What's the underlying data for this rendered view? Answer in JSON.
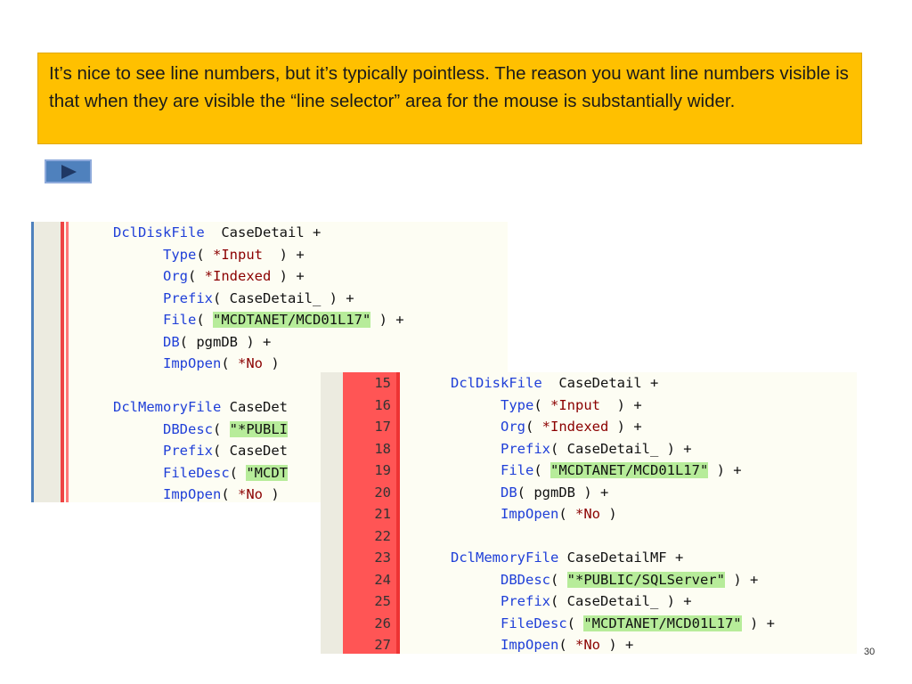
{
  "note": {
    "text": "It’s nice to see line numbers, but it’s typically pointless. The reason you want line numbers visible is that when they are visible the “line selector” area for the mouse is substantially wider."
  },
  "play_button": {
    "icon": "play-icon",
    "color": "#4f81bd"
  },
  "page_number": "30",
  "colors": {
    "note_bg": "#ffc000",
    "keyword": "#1f3fd8",
    "value": "#8b0000",
    "literal_bg": "#b7ec9a",
    "line_number_gutter": "#ff5555"
  },
  "code_back": {
    "lines": [
      [
        {
          "t": "DclDiskFile",
          "c": "kw"
        },
        {
          "t": "  ",
          "c": "p"
        },
        {
          "t": "CaseDetail",
          "c": "id"
        },
        {
          "t": " +",
          "c": "p"
        }
      ],
      [
        {
          "t": "      ",
          "c": "p"
        },
        {
          "t": "Type",
          "c": "kw"
        },
        {
          "t": "( ",
          "c": "p"
        },
        {
          "t": "*Input",
          "c": "val"
        },
        {
          "t": "  ) +",
          "c": "p"
        }
      ],
      [
        {
          "t": "      ",
          "c": "p"
        },
        {
          "t": "Org",
          "c": "kw"
        },
        {
          "t": "( ",
          "c": "p"
        },
        {
          "t": "*Indexed",
          "c": "val"
        },
        {
          "t": " ) +",
          "c": "p"
        }
      ],
      [
        {
          "t": "      ",
          "c": "p"
        },
        {
          "t": "Prefix",
          "c": "kw"
        },
        {
          "t": "( CaseDetail_ ) +",
          "c": "p"
        }
      ],
      [
        {
          "t": "      ",
          "c": "p"
        },
        {
          "t": "File",
          "c": "kw"
        },
        {
          "t": "( ",
          "c": "p"
        },
        {
          "t": "\"MCDTANET/MCD01L17\"",
          "c": "lit"
        },
        {
          "t": " ) +",
          "c": "p"
        }
      ],
      [
        {
          "t": "      ",
          "c": "p"
        },
        {
          "t": "DB",
          "c": "kw"
        },
        {
          "t": "( pgmDB ) +",
          "c": "p"
        }
      ],
      [
        {
          "t": "      ",
          "c": "p"
        },
        {
          "t": "ImpOpen",
          "c": "kw"
        },
        {
          "t": "( ",
          "c": "p"
        },
        {
          "t": "*No",
          "c": "val"
        },
        {
          "t": " )",
          "c": "p"
        }
      ],
      [
        {
          "t": "",
          "c": "p"
        }
      ],
      [
        {
          "t": "DclMemoryFile",
          "c": "kw"
        },
        {
          "t": " CaseDet",
          "c": "id"
        }
      ],
      [
        {
          "t": "      ",
          "c": "p"
        },
        {
          "t": "DBDesc",
          "c": "kw"
        },
        {
          "t": "( ",
          "c": "p"
        },
        {
          "t": "\"*PUBLI",
          "c": "lit"
        }
      ],
      [
        {
          "t": "      ",
          "c": "p"
        },
        {
          "t": "Prefix",
          "c": "kw"
        },
        {
          "t": "( CaseDet",
          "c": "p"
        }
      ],
      [
        {
          "t": "      ",
          "c": "p"
        },
        {
          "t": "FileDesc",
          "c": "kw"
        },
        {
          "t": "( ",
          "c": "p"
        },
        {
          "t": "\"MCDT",
          "c": "lit"
        }
      ],
      [
        {
          "t": "      ",
          "c": "p"
        },
        {
          "t": "ImpOpen",
          "c": "kw"
        },
        {
          "t": "( ",
          "c": "p"
        },
        {
          "t": "*No",
          "c": "val"
        },
        {
          "t": " )",
          "c": "p"
        }
      ]
    ]
  },
  "code_front": {
    "line_numbers": [
      "15",
      "16",
      "17",
      "18",
      "19",
      "20",
      "21",
      "22",
      "23",
      "24",
      "25",
      "26",
      "27"
    ],
    "lines": [
      [
        {
          "t": "DclDiskFile",
          "c": "kw"
        },
        {
          "t": "  ",
          "c": "p"
        },
        {
          "t": "CaseDetail",
          "c": "id"
        },
        {
          "t": " +",
          "c": "p"
        }
      ],
      [
        {
          "t": "      ",
          "c": "p"
        },
        {
          "t": "Type",
          "c": "kw"
        },
        {
          "t": "( ",
          "c": "p"
        },
        {
          "t": "*Input",
          "c": "val"
        },
        {
          "t": "  ) +",
          "c": "p"
        }
      ],
      [
        {
          "t": "      ",
          "c": "p"
        },
        {
          "t": "Org",
          "c": "kw"
        },
        {
          "t": "( ",
          "c": "p"
        },
        {
          "t": "*Indexed",
          "c": "val"
        },
        {
          "t": " ) +",
          "c": "p"
        }
      ],
      [
        {
          "t": "      ",
          "c": "p"
        },
        {
          "t": "Prefix",
          "c": "kw"
        },
        {
          "t": "( CaseDetail_ ) +",
          "c": "p"
        }
      ],
      [
        {
          "t": "      ",
          "c": "p"
        },
        {
          "t": "File",
          "c": "kw"
        },
        {
          "t": "( ",
          "c": "p"
        },
        {
          "t": "\"MCDTANET/MCD01L17\"",
          "c": "lit"
        },
        {
          "t": " ) +",
          "c": "p"
        }
      ],
      [
        {
          "t": "      ",
          "c": "p"
        },
        {
          "t": "DB",
          "c": "kw"
        },
        {
          "t": "( pgmDB ) +",
          "c": "p"
        }
      ],
      [
        {
          "t": "      ",
          "c": "p"
        },
        {
          "t": "ImpOpen",
          "c": "kw"
        },
        {
          "t": "( ",
          "c": "p"
        },
        {
          "t": "*No",
          "c": "val"
        },
        {
          "t": " )",
          "c": "p"
        }
      ],
      [
        {
          "t": "",
          "c": "p"
        }
      ],
      [
        {
          "t": "DclMemoryFile",
          "c": "kw"
        },
        {
          "t": " CaseDetailMF +",
          "c": "id"
        }
      ],
      [
        {
          "t": "      ",
          "c": "p"
        },
        {
          "t": "DBDesc",
          "c": "kw"
        },
        {
          "t": "( ",
          "c": "p"
        },
        {
          "t": "\"*PUBLIC/SQLServer\"",
          "c": "lit"
        },
        {
          "t": " ) +",
          "c": "p"
        }
      ],
      [
        {
          "t": "      ",
          "c": "p"
        },
        {
          "t": "Prefix",
          "c": "kw"
        },
        {
          "t": "( CaseDetail_ ) +",
          "c": "p"
        }
      ],
      [
        {
          "t": "      ",
          "c": "p"
        },
        {
          "t": "FileDesc",
          "c": "kw"
        },
        {
          "t": "( ",
          "c": "p"
        },
        {
          "t": "\"MCDTANET/MCD01L17\"",
          "c": "lit"
        },
        {
          "t": " ) +",
          "c": "p"
        }
      ],
      [
        {
          "t": "      ",
          "c": "p"
        },
        {
          "t": "ImpOpen",
          "c": "kw"
        },
        {
          "t": "( ",
          "c": "p"
        },
        {
          "t": "*No",
          "c": "val"
        },
        {
          "t": " ) +",
          "c": "p"
        }
      ]
    ]
  }
}
